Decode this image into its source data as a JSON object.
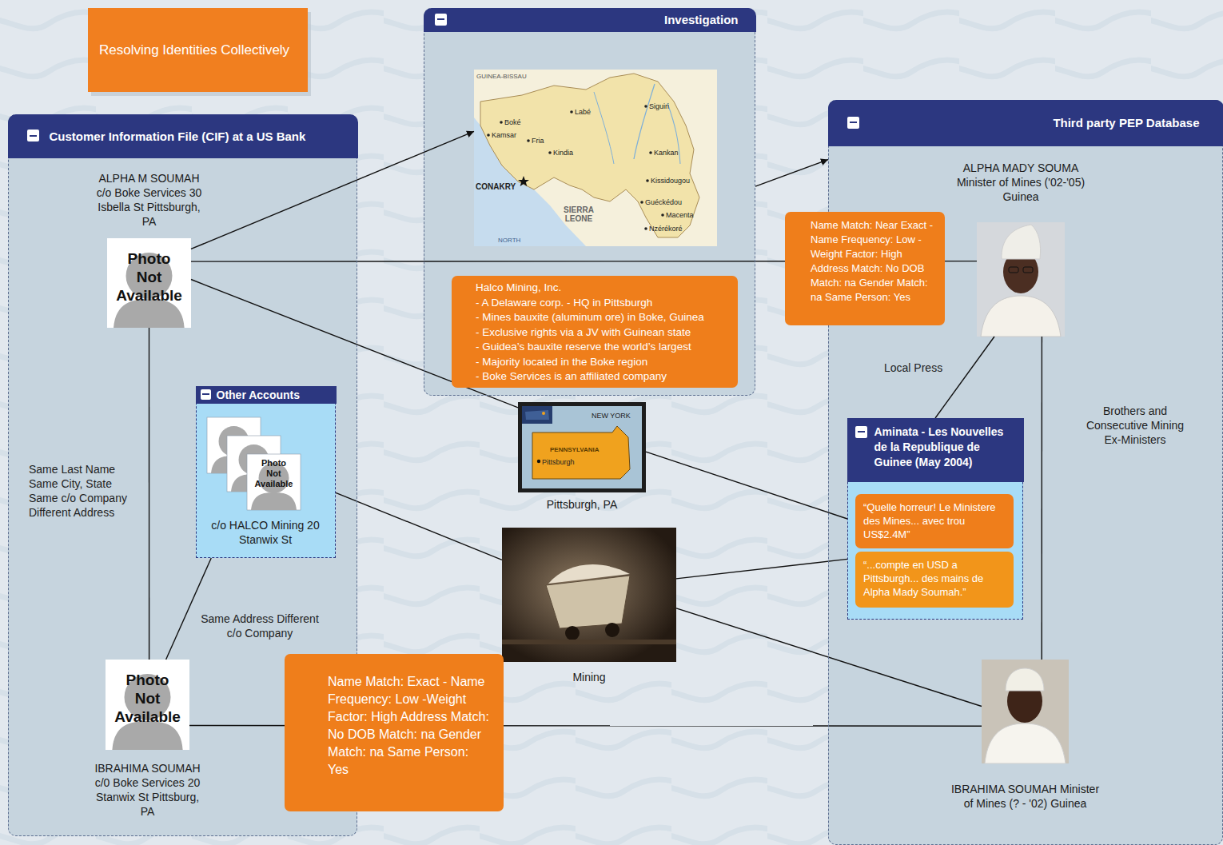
{
  "diagram": {
    "title": "Resolving Identities Collectively",
    "nodes": [
      {
        "text": [
          "Customer Information File (CIF) at a US Bank"
        ]
      },
      {
        "text": [
          "ALPHA M SOUMAH c/o Boke Services 30 Isbella St Pittsburgh, PA",
          "Photo Not Available"
        ],
        "in": 0
      },
      {
        "text": [
          "Other Accounts",
          "c/o HALCO Mining 20 Stanwix St"
        ],
        "in": 0
      },
      {
        "text": [
          "Photo Not Available"
        ],
        "in": 2
      },
      {
        "text": [
          "Photo Not Available",
          "IBRAHIMA SOUMAH c/0 Boke Services 20 Stanwix St Pittsburg, PA"
        ],
        "in": 0
      },
      {
        "text": [
          "Investigation"
        ]
      },
      {
        "text": [
          "GUINEA-BISSAU",
          "Labé",
          "Boké",
          "Kamsar",
          "Fria",
          "Kindia",
          "CONAKRY",
          "SIERRA LEONE",
          "Siguiri",
          "Kankan",
          "Kissidougou",
          "Guéckédou",
          "Macenta",
          "Nzérékoré",
          "NORTH"
        ],
        "in": 5
      },
      {
        "text": [
          "Halco Mining, Inc.",
          "- A Delaware corp. - HQ in Pittsburgh",
          "- Mines bauxite (aluminum ore) in Boke, Guinea",
          "- Exclusive rights via a JV with Guinean state",
          "- Guidea’s bauxite reserve the world’s largest",
          "- Majority located in the Boke region",
          "- Boke Services is an affiliated company"
        ],
        "in": 5
      },
      {
        "text": [
          "Pittsburgh, PA",
          "NEW YORK",
          "PENNSYLVANIA",
          "Pittsburgh"
        ]
      },
      {
        "text": [
          "Mining"
        ]
      },
      {
        "text": [
          "Third party PEP Database"
        ]
      },
      {
        "text": [
          "ALPHA MADY SOUMA Minister of Mines ('02-'05) Guinea"
        ],
        "in": 10
      },
      {
        "text": [
          "Aminata - Les Nouvelles de la Republique de Guinee (May 2004)"
        ],
        "in": 10
      },
      {
        "text": [
          "“Quelle horreur! Le Ministere des Mines... avec trou US$2.4M”"
        ],
        "in": 12
      },
      {
        "text": [
          "“...compte en USD a Pittsburgh... des mains de Alpha Mady Soumah.”"
        ],
        "in": 12
      },
      {
        "text": [
          "IBRAHIMA SOUMAH Minister of Mines (? - '02) Guinea"
        ],
        "in": 10
      }
    ],
    "edges": [
      {
        "from": 1,
        "to": 6,
        "arrow": "to"
      },
      {
        "from": 5,
        "to": 10,
        "arrow": "to"
      },
      {
        "from": 1,
        "to": 11,
        "arrow": "none",
        "label": "Name Match: Near Exact - Name Frequency: Low - Weight Factor: High Address Match: No DOB Match: na Gender Match: na Same Person: Yes"
      },
      {
        "from": 1,
        "to": 8,
        "arrow": "none"
      },
      {
        "from": 1,
        "to": 4,
        "arrow": "none",
        "label": "Same Last Name Same City, State Same c/o Company Different Address"
      },
      {
        "from": 2,
        "to": 4,
        "arrow": "none",
        "label": "Same Address Different c/o Company"
      },
      {
        "from": 2,
        "to": 9,
        "arrow": "none"
      },
      {
        "from": 8,
        "to": 12,
        "arrow": "none"
      },
      {
        "from": 9,
        "to": 12,
        "arrow": "none"
      },
      {
        "from": 9,
        "to": 15,
        "arrow": "none"
      },
      {
        "from": 4,
        "to": 15,
        "arrow": "none",
        "label": "Name Match: Exact - Name Frequency: Low -Weight Factor: High Address Match: No DOB Match: na Gender Match: na Same Person: Yes"
      },
      {
        "from": 11,
        "to": 12,
        "arrow": "none",
        "label": "Local Press"
      },
      {
        "from": 11,
        "to": 15,
        "arrow": "none",
        "label": "Brothers and Consecutive Mining Ex-Ministers"
      }
    ]
  }
}
